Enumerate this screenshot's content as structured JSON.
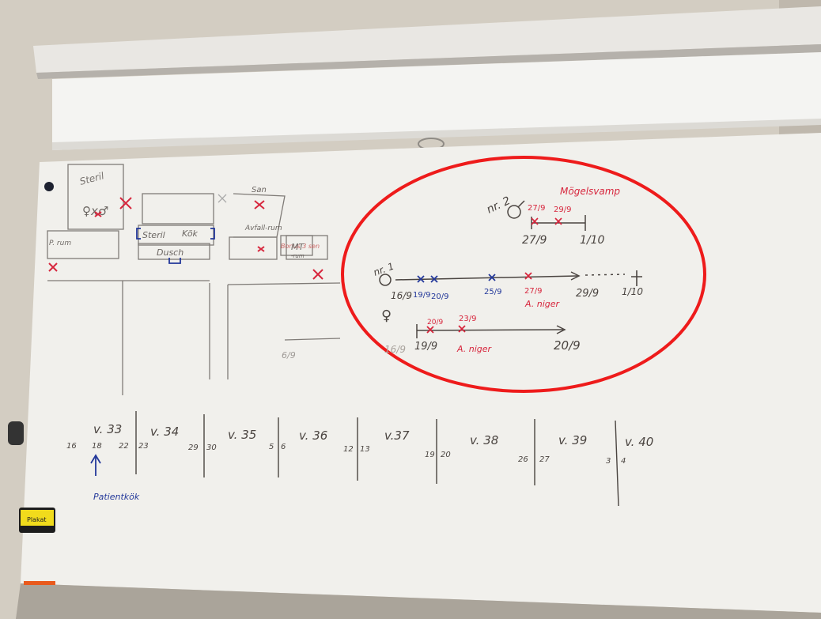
{
  "colors": {
    "wall": "#d9d4cb",
    "board": "#f2f1ee",
    "marker_black": "#4a4440",
    "marker_red": "#d7263d",
    "marker_blue": "#23389a",
    "circle_red": "#ee1b1b",
    "eraser": "#f5e11b"
  },
  "room_plan": {
    "sterile_room_label": "Steril",
    "sterile_symbols": "♀x♂",
    "p_room_label": "P. rum",
    "steril_label": "Steril",
    "kok_label": "Kök",
    "dusch_label": "Dusch",
    "san_label": "San",
    "avfallsrum_label": "Avfall-rum",
    "bonus_label": "Bonus 3 sen",
    "mt_label": "MT",
    "mt_sub": "-rum",
    "date_label": "6/9"
  },
  "timeline": {
    "nr2": {
      "label": "nr. 2",
      "title": "Mögelsvamp",
      "dates_red": [
        "27/9",
        "29/9"
      ],
      "start": "27/9",
      "end": "1/10"
    },
    "nr1": {
      "label": "nr. 1",
      "start": "16/9",
      "marks_blue": [
        "19/9",
        "20/9",
        "25/9"
      ],
      "mark_red": "27/9",
      "organism": "A. niger",
      "end": "29/9",
      "death": "1/10"
    },
    "female": {
      "start_faded": "16/9",
      "start": "19/9",
      "marks_red": [
        "20/9",
        "23/9"
      ],
      "organism": "A. niger",
      "end": "20/9"
    }
  },
  "weeks": {
    "labels": [
      "v. 33",
      "v. 34",
      "v. 35",
      "v. 36",
      "v.37",
      "v. 38",
      "v. 39",
      "v. 40"
    ],
    "day_numbers": [
      "16",
      "18",
      "22",
      "23",
      "29",
      "30",
      "5",
      "6",
      "12",
      "13",
      "19",
      "20",
      "26",
      "27",
      "3",
      "4"
    ],
    "arrow_note": "Patientkök"
  }
}
